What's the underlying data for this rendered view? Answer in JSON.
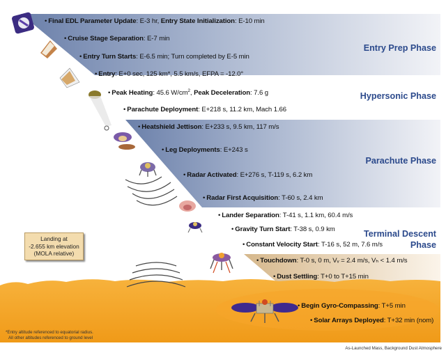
{
  "events": [
    {
      "name": "Final EDL Parameter Update",
      "detail": ": E-3 hr, ",
      "name2": "Entry State Initialization",
      "detail2": ": E-10 min"
    },
    {
      "name": "Cruise Stage Separation",
      "detail": ": E-7 min"
    },
    {
      "name": "Entry Turn Starts",
      "detail": ": E-6.5 min; Turn completed by E-5 min"
    },
    {
      "name": "Entry",
      "detail": ": E+0 sec, 125 km*, 5.5 km/s, EFPA = -12.0°"
    },
    {
      "name": "Peak Heating",
      "detail": ": 45.6 W/cm",
      "sup": "2",
      "detail_b": ", ",
      "name2": "Peak Deceleration",
      "detail2": ": 7.6 g"
    },
    {
      "name": "Parachute Deployment",
      "detail": ": E+218 s, 11.2 km, Mach 1.66"
    },
    {
      "name": "Heatshield Jettison",
      "detail": ": E+233 s, 9.5 km, 117 m/s"
    },
    {
      "name": "Leg Deployments",
      "detail": ": E+243 s"
    },
    {
      "name": "Radar Activated",
      "detail": ": E+276 s, T-119 s, 6.2 km"
    },
    {
      "name": "Radar First Acquisition",
      "detail": ": T-60 s, 2.4 km"
    },
    {
      "name": "Lander Separation",
      "detail": ": T-41 s, 1.1 km, 60.4 m/s"
    },
    {
      "name": "Gravity Turn Start",
      "detail": ": T-38 s, 0.9 km"
    },
    {
      "name": "Constant Velocity Start",
      "detail": ": T-16 s, 52 m, 7.6 m/s"
    },
    {
      "name": "Touchdown",
      "detail": ": T-0 s, 0 m, Vᵥ = 2.4 m/s, Vₕ < 1.4 m/s"
    },
    {
      "name": "Dust Settling",
      "detail": ": T+0 to T+15 min"
    },
    {
      "name": "Begin Gyro-Compassing",
      "detail": ": T+5 min"
    },
    {
      "name": "Solar Arrays Deployed",
      "detail": ": T+32 min (nom)"
    }
  ],
  "phases": {
    "entry_prep": "Entry Prep Phase",
    "hypersonic": "Hypersonic Phase",
    "parachute": "Parachute Phase",
    "terminal_line1": "Terminal Descent",
    "terminal_line2": "Phase"
  },
  "landing_note": {
    "line1": "Landing at",
    "line2": "-2.655 km elevation",
    "line3": "(MOLA relative)"
  },
  "footnote": {
    "line1": "*Entry altitude referenced to equatorial radius.",
    "line2": "All other altitudes referenced to ground level"
  },
  "caption": "As-Launched Mass, Background Dust Atmosphere",
  "colors": {
    "phase_text": "#2c4a8c",
    "band_dark": "#7f93b8",
    "band_light": "#eef0f6",
    "ground": "#f5a623",
    "terminal_band": "#e2c9a0"
  }
}
